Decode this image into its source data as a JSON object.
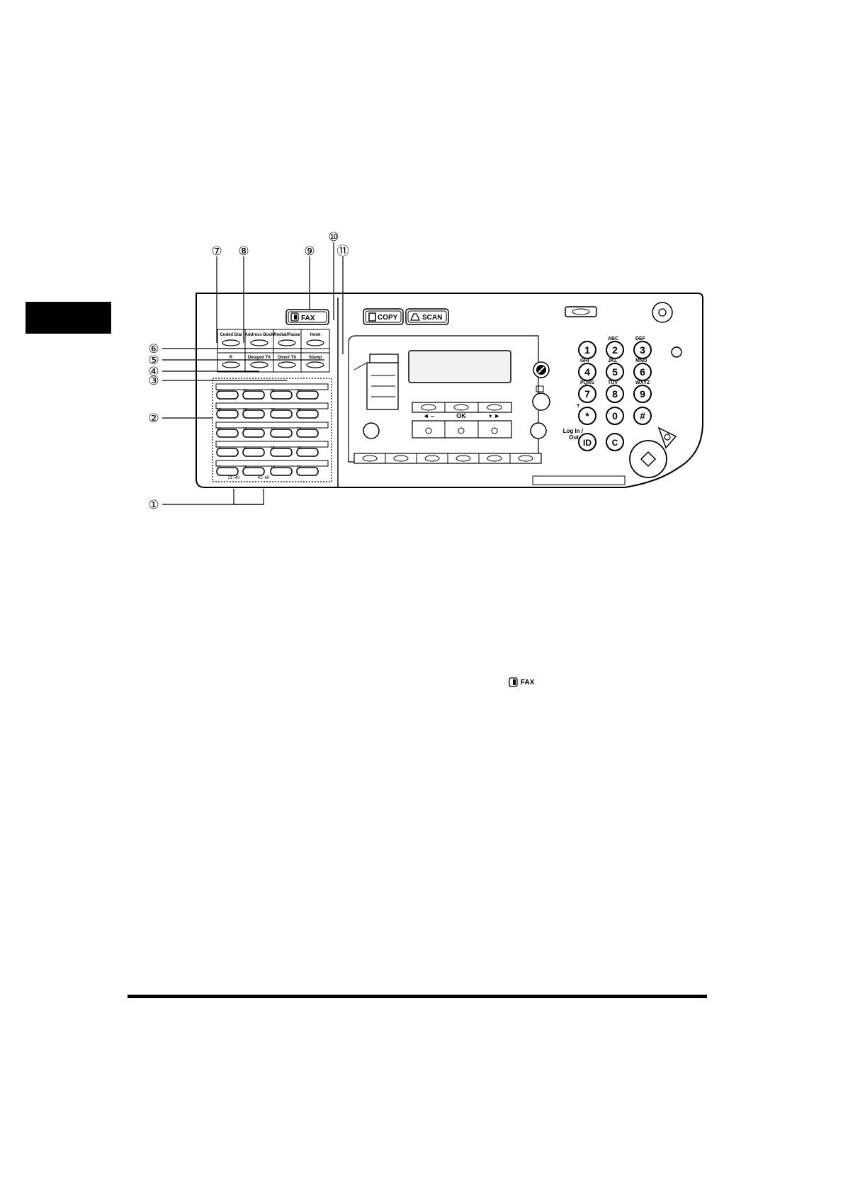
{
  "callouts": [
    "①",
    "②",
    "③",
    "④",
    "⑤",
    "⑥",
    "⑦",
    "⑧",
    "⑨",
    "⑩",
    "⑪"
  ],
  "panel": {
    "mode_buttons": {
      "fax": "FAX",
      "copy": "COPY",
      "scan": "SCAN"
    },
    "fax_keys_top": [
      "Coded Dial",
      "Address Book",
      "Redial/Pause",
      "Hook"
    ],
    "fax_keys_bottom": [
      "R",
      "Delayed TX",
      "Direct TX",
      "Stamp"
    ],
    "one_touch_numbers": [
      "01",
      "02",
      "03",
      "04",
      "05",
      "06",
      "07",
      "08",
      "09",
      "10",
      "11",
      "12",
      "13",
      "14",
      "15",
      "16",
      "17",
      "18",
      "19",
      "20"
    ],
    "one_touch_pages": [
      "21–40",
      "41–60"
    ],
    "keypad": {
      "keys": [
        "1",
        "2",
        "3",
        "4",
        "5",
        "6",
        "7",
        "8",
        "9",
        "*",
        "0",
        "#"
      ],
      "letters": [
        "",
        "ABC",
        "DEF",
        "GHI",
        "JKL",
        "MNO",
        "PQRS",
        "TUV",
        "WXYZ",
        "",
        "",
        ""
      ],
      "tone_label": "T",
      "id_key": "ID",
      "clear_key": "C",
      "login_label": "Log In /\nOut"
    },
    "ok_label": "OK",
    "left_arrow_label": "◄ –",
    "right_arrow_label": "+ ►"
  },
  "inline_fax_label": "FAX",
  "icons": [
    "fax-icon",
    "copy-icon",
    "scan-icon",
    "power-icon",
    "reset-icon",
    "stop-icon",
    "start-icon",
    "machine-icon"
  ]
}
